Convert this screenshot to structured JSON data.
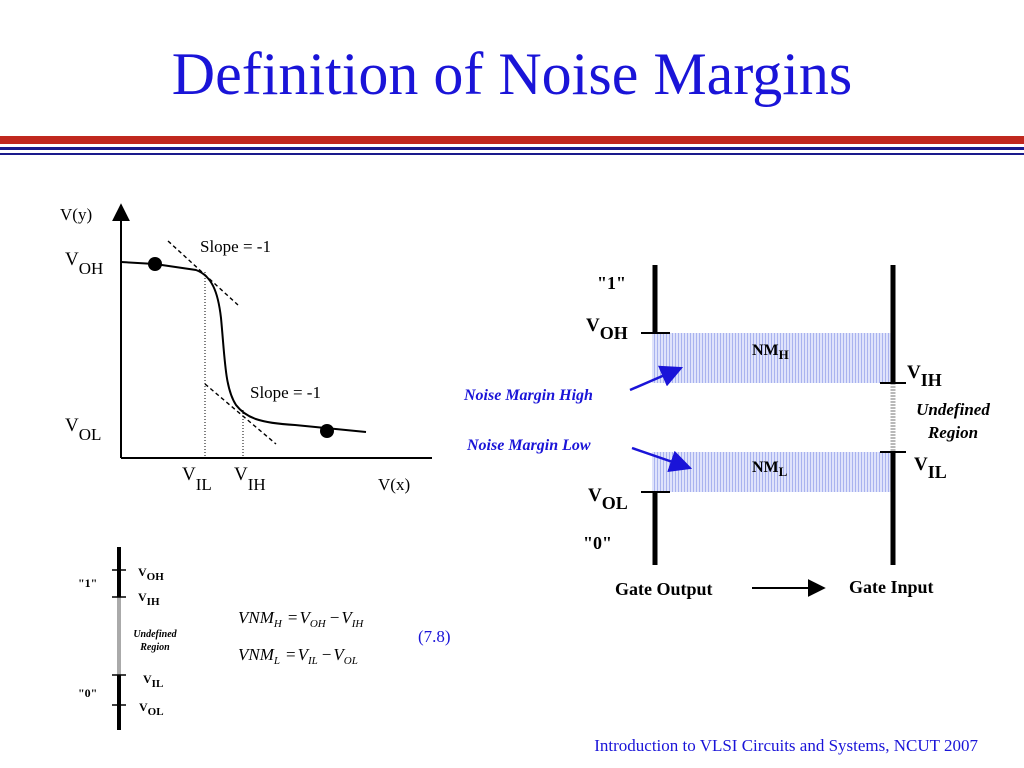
{
  "slide": {
    "title": "Definition of Noise Margins",
    "footer": "Introduction to VLSI Circuits and Systems, NCUT  2007"
  },
  "colors": {
    "title": "#1a14d8",
    "rule_red": "#c0281e",
    "rule_blue": "#1a1a8c",
    "band": "#c6cdf6",
    "annotation": "#1a14d8"
  },
  "transfer_curve": {
    "y_axis_label": "V(y)",
    "x_axis_label": "V(x)",
    "slope_upper": "Slope = -1",
    "slope_lower": "Slope = -1",
    "voh": {
      "main": "V",
      "sub": "OH"
    },
    "vol": {
      "main": "V",
      "sub": "OL"
    },
    "vil": {
      "main": "V",
      "sub": "IL"
    },
    "vih": {
      "main": "V",
      "sub": "IH"
    }
  },
  "margin_diagram": {
    "logic_one": "\"1\"",
    "logic_zero": "\"0\"",
    "voh": {
      "main": "V",
      "sub": "OH"
    },
    "vol": {
      "main": "V",
      "sub": "OL"
    },
    "vih": {
      "main": "V",
      "sub": "IH"
    },
    "vil": {
      "main": "V",
      "sub": "IL"
    },
    "nmh": {
      "main": "NM",
      "sub": "H"
    },
    "nml": {
      "main": "NM",
      "sub": "L"
    },
    "undefined_line1": "Undefined",
    "undefined_line2": "Region",
    "noise_margin_high": "Noise Margin High",
    "noise_margin_low": "Noise Margin Low",
    "gate_output": "Gate Output",
    "gate_input": "Gate Input"
  },
  "small_diagram": {
    "logic_one": "\"1\"",
    "logic_zero": "\"0\"",
    "voh": {
      "main": "V",
      "sub": "OH"
    },
    "vih": {
      "main": "V",
      "sub": "IH"
    },
    "vil": {
      "main": "V",
      "sub": "IL"
    },
    "vol": {
      "main": "V",
      "sub": "OL"
    },
    "undefined_line1": "Undefined",
    "undefined_line2": "Region"
  },
  "equations": {
    "eq1": {
      "lhs": "VNM",
      "lhs_sub": "H",
      "eq": "=",
      "a": "V",
      "a_sub": "OH",
      "minus": "−",
      "b": "V",
      "b_sub": "IH"
    },
    "eq2": {
      "lhs": "VNM",
      "lhs_sub": "L",
      "eq": "=",
      "a": "V",
      "a_sub": "IL",
      "minus": "−",
      "b": "V",
      "b_sub": "OL"
    },
    "number": "(7.8)"
  }
}
